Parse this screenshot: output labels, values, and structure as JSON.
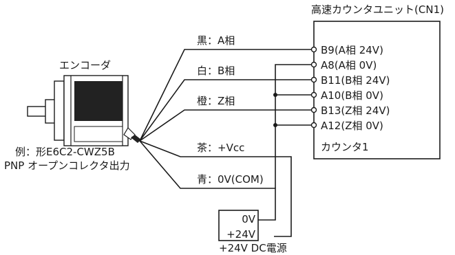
{
  "unit_title": "高速カウンタユニット(CN1)",
  "encoder_label": "エンコーダ",
  "encoder_model": "例：形E6C2-CWZ5B",
  "encoder_output": "PNP オープンコレクタ出力",
  "wires": [
    {
      "label": "黒：A相"
    },
    {
      "label": "白：B相"
    },
    {
      "label": "橙：Z相"
    },
    {
      "label": "茶：+Vcc"
    },
    {
      "label": "青：0V(COM)"
    }
  ],
  "pins": [
    "B9(A相 24V)",
    "A8(A相 0V)",
    "B11(B相 24V)",
    "A10(B相 0V)",
    "B13(Z相 24V)",
    "A12(Z相 0V)"
  ],
  "counter_label": "カウンタ1",
  "psu": {
    "zero": "0V",
    "plus": "+24V",
    "caption": "+24V DC電源"
  }
}
